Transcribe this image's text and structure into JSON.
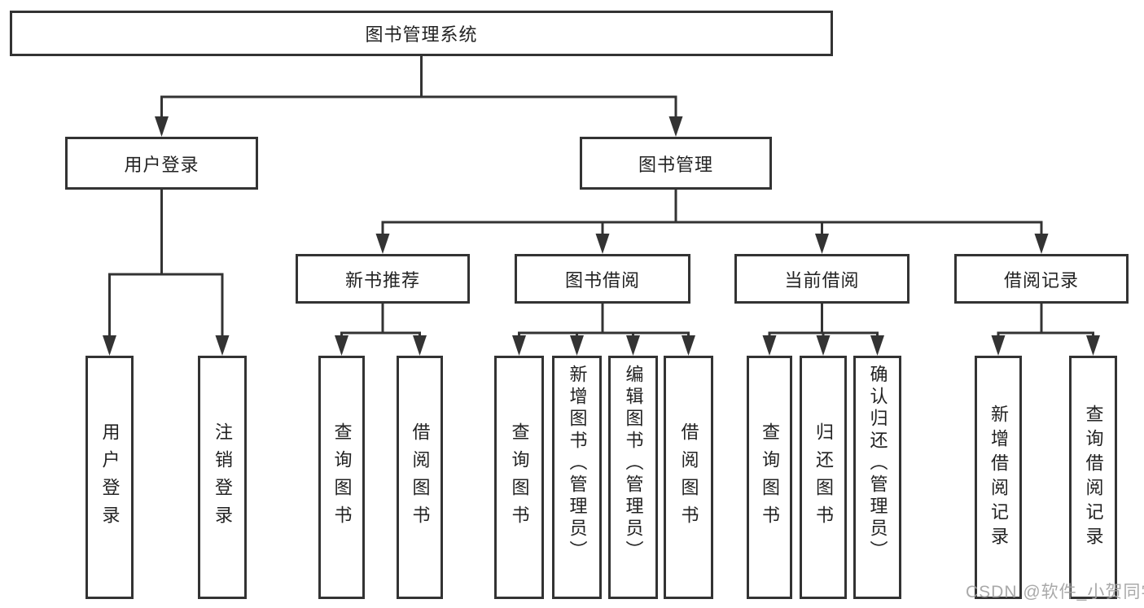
{
  "colors": {
    "line": "#333333",
    "box_border": "#333333",
    "text": "#222222",
    "watermark": "#a0a0a0",
    "background": "#ffffff"
  },
  "watermark": "CSDN @软件_小贺同学",
  "tree": {
    "root": {
      "label": "图书管理系统",
      "children": [
        {
          "label": "用户登录",
          "children": [
            {
              "label": "用户登录"
            },
            {
              "label": "注销登录"
            }
          ]
        },
        {
          "label": "图书管理",
          "children": [
            {
              "label": "新书推荐",
              "children": [
                {
                  "label": "查询图书"
                },
                {
                  "label": "借阅图书"
                }
              ]
            },
            {
              "label": "图书借阅",
              "children": [
                {
                  "label": "查询图书"
                },
                {
                  "label": "新增图书（管理员）"
                },
                {
                  "label": "编辑图书（管理员）"
                },
                {
                  "label": "借阅图书"
                }
              ]
            },
            {
              "label": "当前借阅",
              "children": [
                {
                  "label": "查询图书"
                },
                {
                  "label": "归还图书"
                },
                {
                  "label": "确认归还（管理员）"
                }
              ]
            },
            {
              "label": "借阅记录",
              "children": [
                {
                  "label": "新增借阅记录"
                },
                {
                  "label": "查询借阅记录"
                }
              ]
            }
          ]
        }
      ]
    }
  }
}
